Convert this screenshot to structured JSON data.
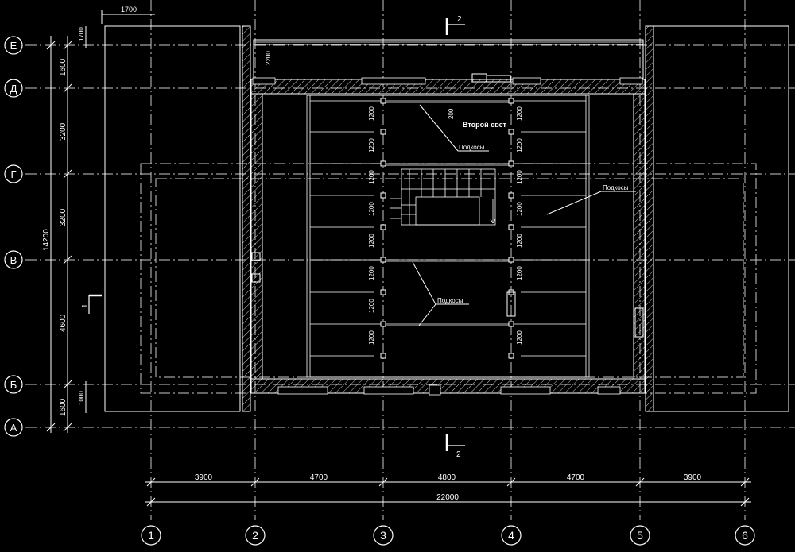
{
  "drawing": {
    "axes_letter": [
      "Е",
      "Д",
      "Г",
      "В",
      "Б",
      "А"
    ],
    "axes_number": [
      "1",
      "2",
      "3",
      "4",
      "5",
      "6"
    ],
    "dims_bottom_spans": [
      "3900",
      "4700",
      "4800",
      "4700",
      "3900"
    ],
    "dim_bottom_total": "22000",
    "dims_left_spans": [
      "1600",
      "3200",
      "3200",
      "4600",
      "1600"
    ],
    "dim_left_total": "14200",
    "dim_top_small": "1700",
    "dim_left_small_top": "1700",
    "dim_left_small_bottom": "1000",
    "dim_porch_top": "2200",
    "dim_rafter_spacing": "1200",
    "dim_center": "200",
    "label_second_light": "Второй свет",
    "label_struts": "Подкосы",
    "section_mark_2": "2",
    "section_mark_1": "1"
  },
  "colors": {
    "background": "#000000",
    "lines": "#ffffff",
    "axes": "#c8c8c8"
  }
}
